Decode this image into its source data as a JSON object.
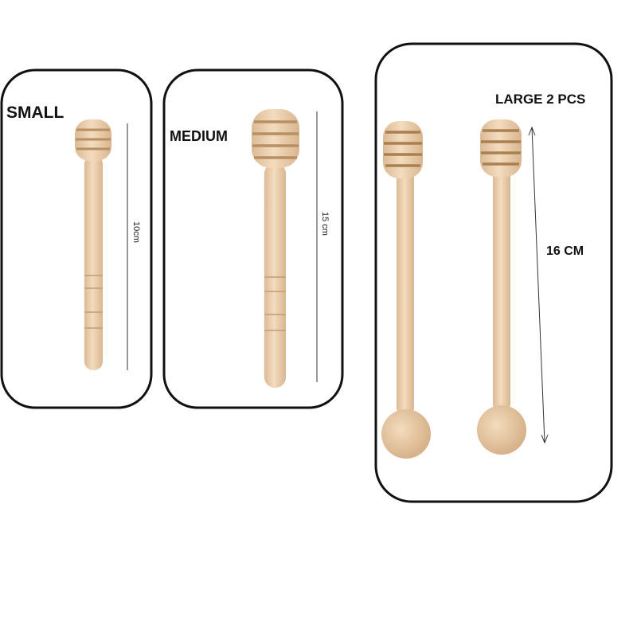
{
  "panels": {
    "small": {
      "label": "SMALL",
      "size": "10cm"
    },
    "medium": {
      "label": "MEDIUM",
      "size": "15 cm"
    },
    "large": {
      "label": "LARGE 2 PCS",
      "size": "16 CM"
    }
  },
  "colors": {
    "wood": "#ecd0ad",
    "wood_dark": "#c9a278",
    "border": "#111111"
  }
}
